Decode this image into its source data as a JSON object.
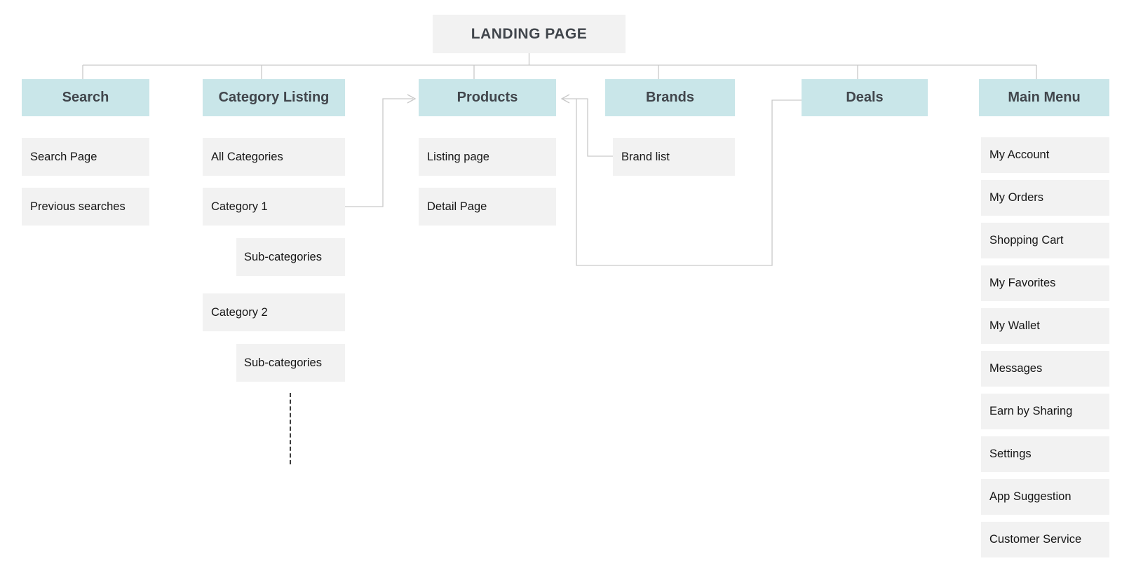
{
  "colors": {
    "background": "#ffffff",
    "header_bg": "#c9e6e9",
    "header_text": "#41464c",
    "item_bg": "#f2f2f2",
    "item_text": "#161616",
    "connector": "#c9c9c9",
    "dashed_line": "#3c3c3c"
  },
  "diagram": {
    "root": {
      "label": "LANDING PAGE"
    },
    "columns": [
      {
        "label": "Search",
        "items": [
          {
            "label": "Search Page"
          },
          {
            "label": "Previous searches"
          }
        ]
      },
      {
        "label": "Category Listing",
        "items": [
          {
            "label": "All Categories"
          },
          {
            "label": "Category 1"
          },
          {
            "label": "Sub-categories"
          },
          {
            "label": "Category 2"
          },
          {
            "label": "Sub-categories"
          }
        ],
        "continuation": "dashed-line"
      },
      {
        "label": "Products",
        "items": [
          {
            "label": "Listing page"
          },
          {
            "label": "Detail Page"
          }
        ]
      },
      {
        "label": "Brands",
        "items": [
          {
            "label": "Brand list"
          }
        ]
      },
      {
        "label": "Deals",
        "items": []
      },
      {
        "label": "Main Menu",
        "items": [
          {
            "label": "My Account"
          },
          {
            "label": "My Orders"
          },
          {
            "label": "Shopping Cart"
          },
          {
            "label": "My Favorites"
          },
          {
            "label": "My Wallet"
          },
          {
            "label": "Messages"
          },
          {
            "label": "Earn by Sharing"
          },
          {
            "label": "Settings"
          },
          {
            "label": "App Suggestion"
          },
          {
            "label": "Customer Service"
          }
        ]
      }
    ],
    "edges": [
      {
        "from": "LANDING PAGE",
        "to": "Search",
        "style": "tree"
      },
      {
        "from": "LANDING PAGE",
        "to": "Category Listing",
        "style": "tree"
      },
      {
        "from": "LANDING PAGE",
        "to": "Products",
        "style": "tree"
      },
      {
        "from": "LANDING PAGE",
        "to": "Brands",
        "style": "tree"
      },
      {
        "from": "LANDING PAGE",
        "to": "Deals",
        "style": "tree"
      },
      {
        "from": "LANDING PAGE",
        "to": "Main Menu",
        "style": "tree"
      },
      {
        "from": "Category 1",
        "to": "Products",
        "style": "arrow"
      },
      {
        "from": "Brand list",
        "to": "Products",
        "style": "arrow"
      },
      {
        "from": "Deals",
        "to": "Products",
        "style": "arrow"
      }
    ]
  }
}
